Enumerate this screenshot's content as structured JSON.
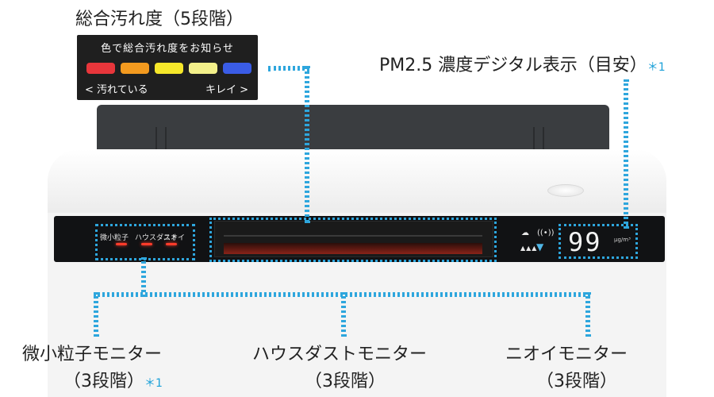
{
  "headline_label": "総合汚れ度（5段階）",
  "legend": {
    "title": "色で総合汚れ度をお知らせ",
    "left_label": "< 汚れている",
    "right_label": "キレイ >",
    "colors": [
      "#e8363b",
      "#f39a1f",
      "#f5e72a",
      "#f3f08a",
      "#3a5ce6"
    ]
  },
  "pm25_label": "PM2.5 濃度デジタル表示（目安）",
  "pm25_note": "＊1",
  "device": {
    "panel_labels": [
      "微小粒子",
      "ハウスダスト",
      "ニオイ"
    ],
    "display_value": "99",
    "display_unit": "μg/m³",
    "icons": [
      "cloud-icon",
      "wifi-icon"
    ]
  },
  "bottom_labels": {
    "micro": {
      "title": "微小粒子モニター",
      "sub": "（3段階）",
      "note": "＊1"
    },
    "dust": {
      "title": "ハウスダストモニター",
      "sub": "（3段階）"
    },
    "odor": {
      "title": "ニオイモニター",
      "sub": "（3段階）"
    }
  }
}
